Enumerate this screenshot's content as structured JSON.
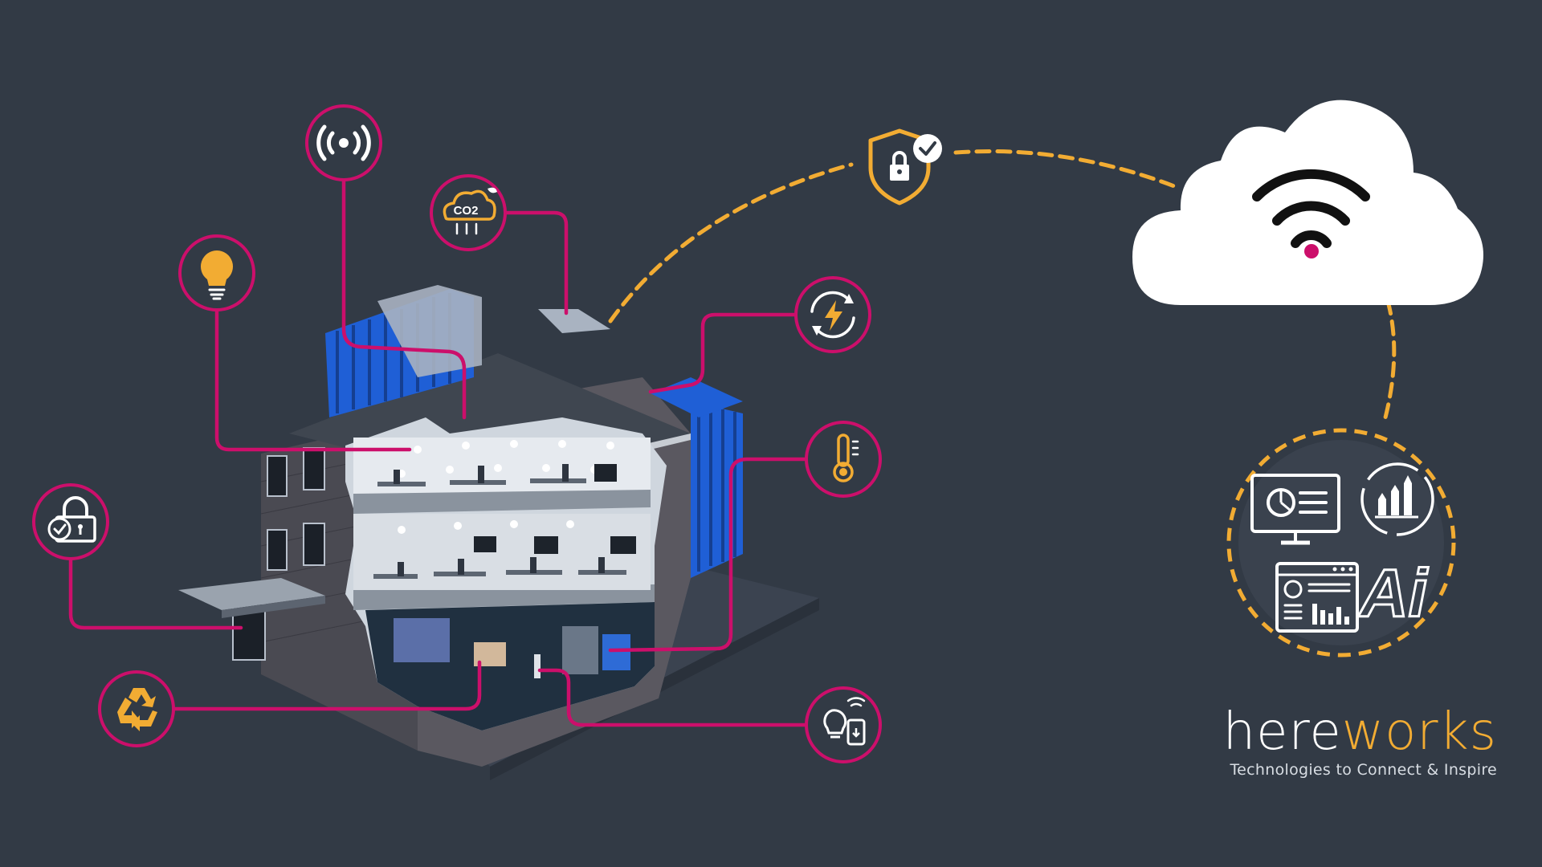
{
  "colors": {
    "background": "#323a45",
    "connector": "#cc0f6b",
    "cloud_link": "#f2ac33",
    "icon": "#ffffff",
    "accent": "#f2ac33",
    "building_brick": "#4a4a52",
    "cladding": "#1f5fd6"
  },
  "sensors": [
    {
      "icon": "wireless-signal-icon"
    },
    {
      "icon": "co2-cloud-icon",
      "label": "CO2"
    },
    {
      "icon": "light-bulb-icon"
    },
    {
      "icon": "energy-cycle-icon"
    },
    {
      "icon": "thermometer-icon"
    },
    {
      "icon": "security-lock-icon"
    },
    {
      "icon": "recycling-icon"
    },
    {
      "icon": "smart-device-icon"
    }
  ],
  "security": {
    "icon": "shield-lock-check-icon"
  },
  "cloud": {
    "icon": "cloud-wifi-icon"
  },
  "platform": {
    "icons": [
      "dashboard-monitor-icon",
      "analytics-growth-cycle-icon",
      "report-browser-icon",
      "ai-icon"
    ],
    "ai_label": "Ai"
  },
  "brand": {
    "word_part1": "here",
    "word_part2": "works",
    "tagline": "Technologies to Connect & Inspire"
  }
}
